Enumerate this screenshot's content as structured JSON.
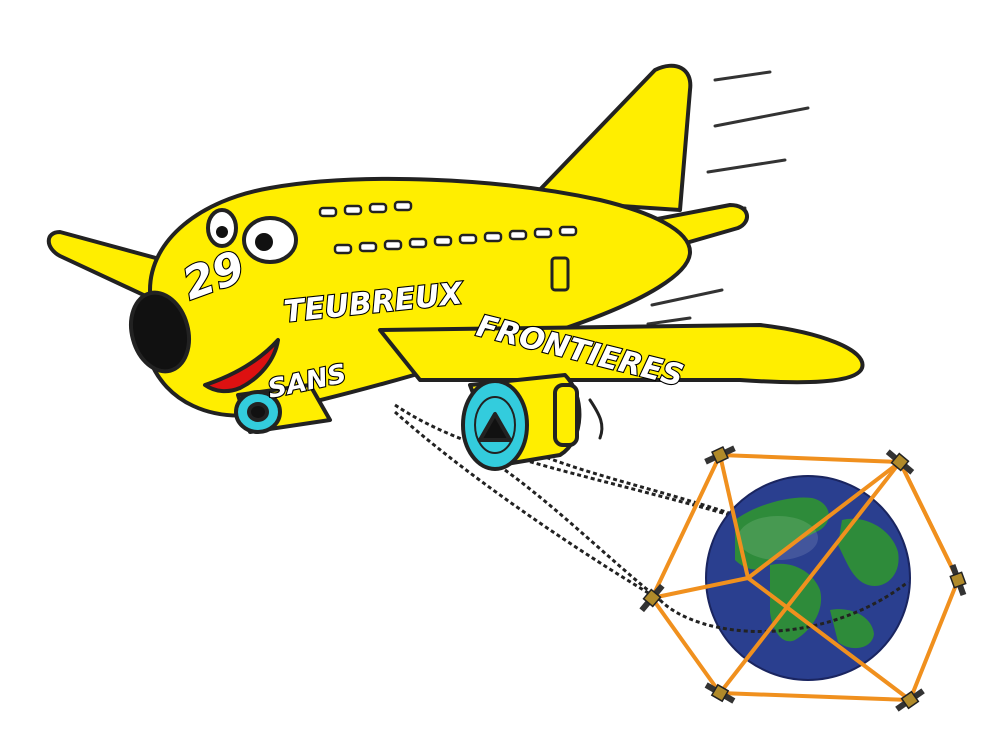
{
  "livery": {
    "number": "29",
    "word_teubreux": "TEUBREUX",
    "word_sans": "SANS",
    "word_frontieres": "FRONTIERES"
  },
  "colors": {
    "fuselage": "#ffee00",
    "outline": "#222222",
    "engine_fan": "#33ccdd",
    "mouth": "#dd1111",
    "ocean": "#2a3f8f",
    "land": "#2e8b3a",
    "satellite_links": "#f0901e",
    "satellite_body": "#b08a2a"
  },
  "icons": {
    "plane": "cartoon-airplane",
    "globe": "earth-globe",
    "satellites": "gps-satellite"
  }
}
